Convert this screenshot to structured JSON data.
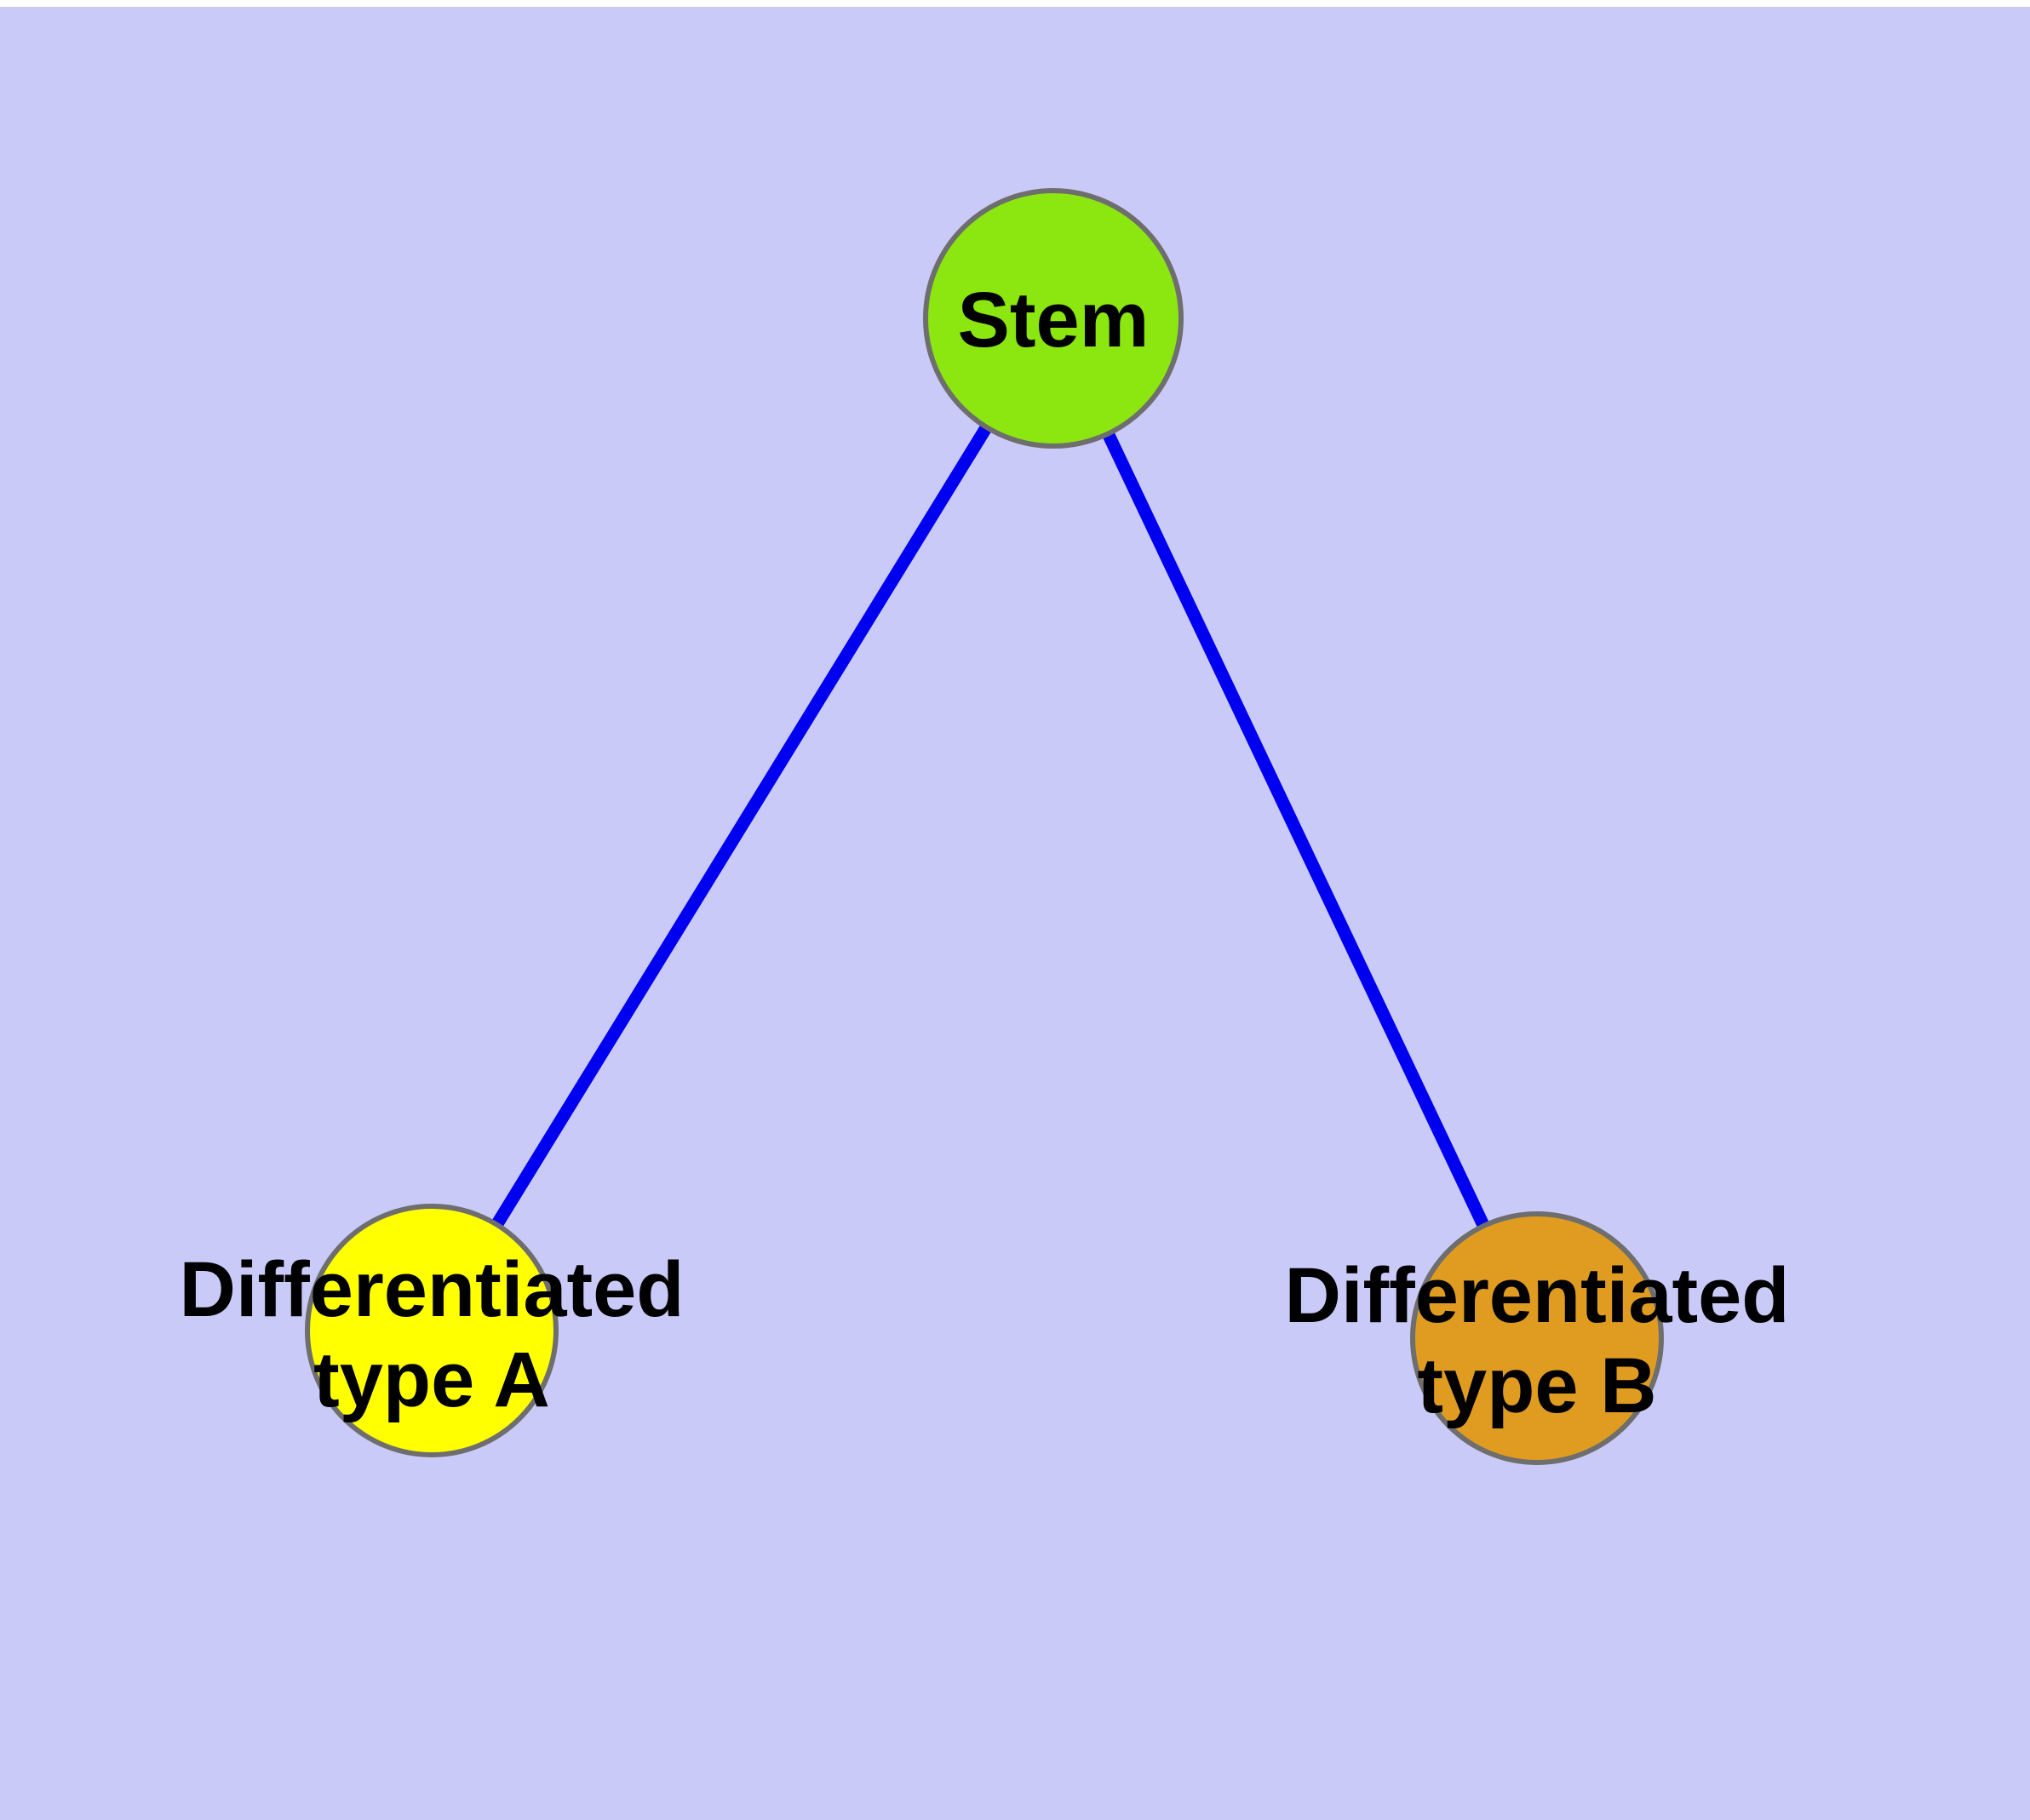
{
  "canvas": {
    "background": "#CACAF8",
    "top_margin_color": "#FFFFFF",
    "node_stroke": "#6E6E6E"
  },
  "edges": {
    "color": "#0000F0",
    "connections": [
      {
        "from": "stem",
        "to": "typeA"
      },
      {
        "from": "stem",
        "to": "typeB"
      }
    ]
  },
  "nodes": {
    "stem": {
      "label": "Stem",
      "fill": "#8CE60F"
    },
    "typeA": {
      "label_line1": "Differentiated",
      "label_line2": "type A",
      "fill": "#FFFF00"
    },
    "typeB": {
      "label_line1": "Differentiated",
      "label_line2": "type B",
      "fill": "#E09C20"
    }
  }
}
